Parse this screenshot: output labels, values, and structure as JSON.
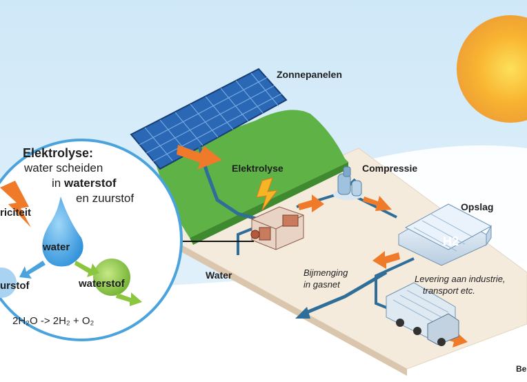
{
  "labels": {
    "zonnepanelen": "Zonnepanelen",
    "elektrolyse": "Elektrolyse",
    "compressie": "Compressie",
    "opslag": "Opslag",
    "water": "Water",
    "bijmenging_line1": "Bijmenging",
    "bijmenging_line2": "in gasnet",
    "levering_line1": "Levering aan industrie,",
    "levering_line2": "transport etc.",
    "h2_tank": "H2",
    "credit": "Be"
  },
  "inset": {
    "title": "Elektrolyse:",
    "line1": "water scheiden",
    "line2_prefix": "in ",
    "line2_bold": "waterstof",
    "line3": "en zuurstof",
    "elektriciteit": "riciteit",
    "water": "water",
    "zuurstof": "urstof",
    "waterstof": "waterstof",
    "equation": "2H₂O  -> 2H₂ + O₂"
  },
  "colors": {
    "sky": "#c9e6f7",
    "sun": "#f7a21b",
    "grass": "#5fb246",
    "ground": "#f5ece0",
    "solar_panel": "#2a67b5",
    "pipe": "#2f6e99",
    "arrow_orange": "#ef7b2a",
    "water_drop": "#3d9fe0",
    "hydrogen_ball": "#8cc63f"
  }
}
